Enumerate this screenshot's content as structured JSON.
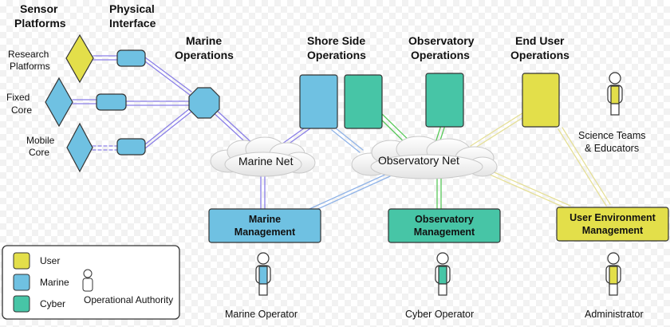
{
  "headers": {
    "sensor_platforms": [
      "Sensor",
      "Platforms"
    ],
    "physical_interface": [
      "Physical",
      "Interface"
    ],
    "marine_operations": [
      "Marine",
      "Operations"
    ],
    "shore_side_operations": [
      "Shore Side",
      "Operations"
    ],
    "observatory_operations": [
      "Observatory",
      "Operations"
    ],
    "end_user_operations": [
      "End User",
      "Operations"
    ]
  },
  "platforms": {
    "research": [
      "Research",
      "Platforms"
    ],
    "fixed": [
      "Fixed",
      "Core"
    ],
    "mobile": [
      "Mobile",
      "Core"
    ]
  },
  "networks": {
    "marine_net": "Marine Net",
    "observatory_net": "Observatory Net"
  },
  "management": {
    "marine": [
      "Marine",
      "Management"
    ],
    "observatory": [
      "Observatory",
      "Management"
    ],
    "user_env": [
      "User Environment",
      "Management"
    ]
  },
  "people": {
    "science_teams": [
      "Science Teams",
      "& Educators"
    ],
    "marine_operator": "Marine Operator",
    "cyber_operator": "Cyber Operator",
    "administrator": "Administrator"
  },
  "legend": {
    "user": "User",
    "marine": "Marine",
    "cyber": "Cyber",
    "operational_authority": "Operational Authority"
  },
  "colors": {
    "user": "#e3df4a",
    "marine": "#6fc1e2",
    "cyber": "#47c5a6",
    "link_purple": "#8a7fe8",
    "link_green": "#59c95a",
    "link_yellow": "#e6e097",
    "link_blue": "#8fb3e8"
  }
}
